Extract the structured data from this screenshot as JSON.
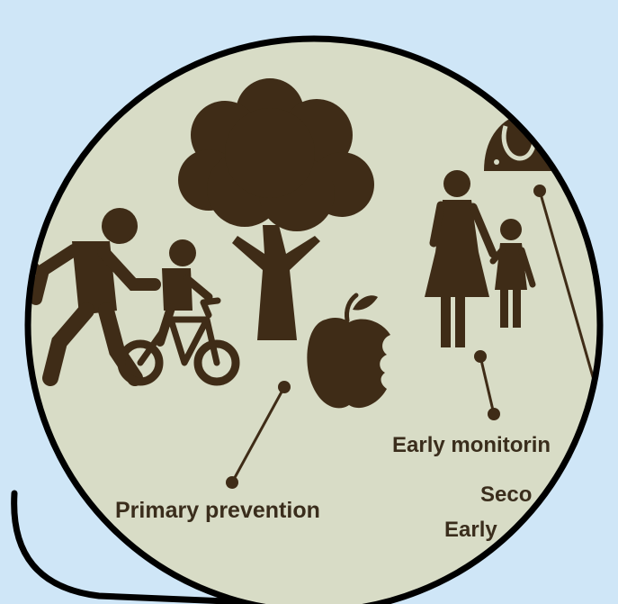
{
  "labels": {
    "primary_prevention": "Primary prevention",
    "early_monitoring": "Early monitorin",
    "secondary_partial": "Seco",
    "early_partial": "Early"
  },
  "icons": [
    "father-child-bicycle-icon",
    "tree-icon",
    "apple-icon",
    "mother-child-icon",
    "doctor-icon"
  ],
  "colors": {
    "background": "#cfe6f7",
    "circle_fill": "#d8dcc6",
    "circle_border": "#000000",
    "icon_fill": "#3f2c17",
    "connector": "#3f2c17",
    "label_text": "#3a2d1c"
  }
}
